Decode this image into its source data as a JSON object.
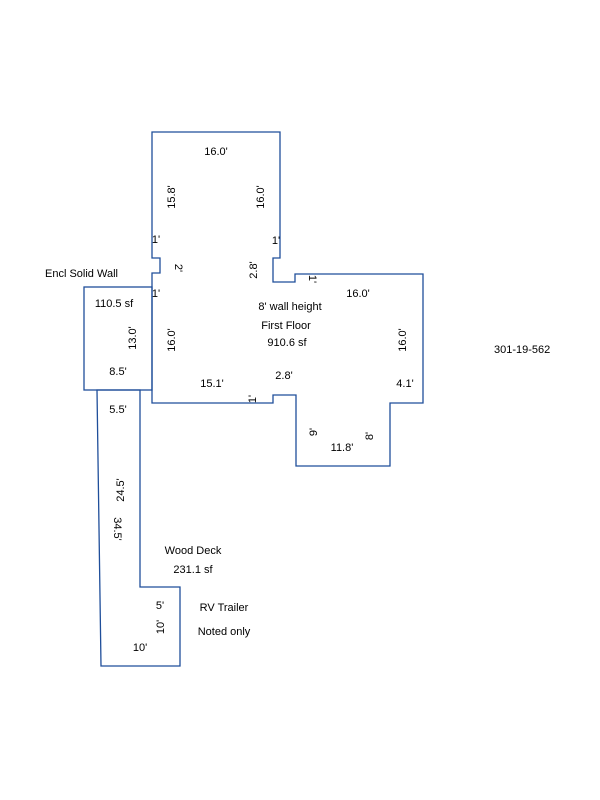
{
  "colors": {
    "outline": "#1f4e9a",
    "text": "#000000",
    "background": "#ffffff"
  },
  "parcel_id": "301-19-562",
  "first_floor": {
    "note": "8' wall height",
    "name": "First Floor",
    "area": "910.6 sf",
    "dims": {
      "top": "16.0'",
      "left_upper": "15.8'",
      "inner_right": "16.0'",
      "notch_left_a": "1'",
      "notch_left_depth": "2'",
      "notch_left_b": "1'",
      "notch_right_a": "1'",
      "notch_right_depth": "2.8'",
      "notch_right_b": "1'",
      "right_top": "16.0'",
      "left_lower": "16.0'",
      "right_side": "16.0'",
      "bottom_left": "15.1'",
      "bottom_mid": "2.8'",
      "bottom_step": "1'",
      "right_bottom": "4.1'",
      "bay_left": "9'",
      "bay_bottom": "11.8'",
      "bay_right": "8'"
    }
  },
  "encl_solid_wall": {
    "name": "Encl Solid Wall",
    "area": "110.5 sf",
    "dims": {
      "height": "13.0'",
      "width": "8.5'"
    }
  },
  "wood_deck": {
    "name": "Wood Deck",
    "area": "231.1 sf",
    "dims": {
      "top": "5.5'",
      "inner": "24.5'",
      "outer": "34.5'",
      "step": "5'",
      "lower": "10'",
      "bottom": "10'"
    }
  },
  "rv_trailer": {
    "name": "RV Trailer",
    "note": "Noted only"
  }
}
